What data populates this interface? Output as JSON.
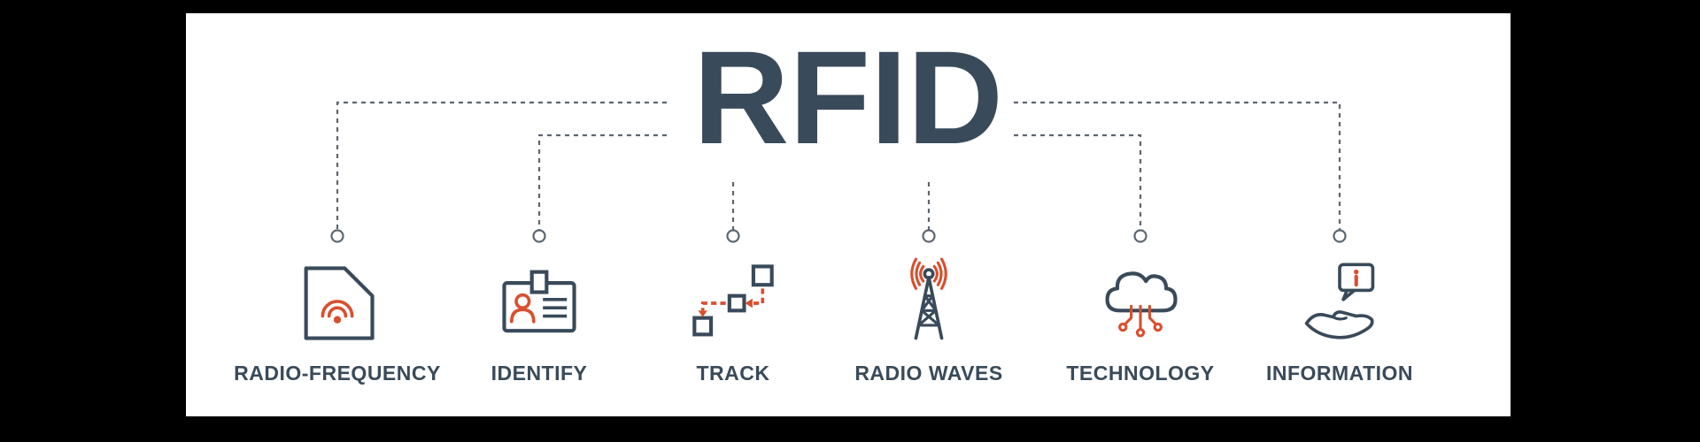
{
  "banner": {
    "title": "RFID",
    "items": [
      {
        "label": "RADIO-FREQUENCY",
        "icon": "rfid-tag-icon"
      },
      {
        "label": "IDENTIFY",
        "icon": "id-badge-icon"
      },
      {
        "label": "TRACK",
        "icon": "track-route-icon"
      },
      {
        "label": "RADIO WAVES",
        "icon": "radio-antenna-icon"
      },
      {
        "label": "TECHNOLOGY",
        "icon": "cloud-circuit-icon"
      },
      {
        "label": "INFORMATION",
        "icon": "hand-speech-bubble-icon"
      }
    ],
    "colors": {
      "background": "#000000",
      "panel": "#ffffff",
      "primary_dark": "#394a5a",
      "accent_orange": "#d94f2e",
      "connector_gray": "#5d6670"
    }
  }
}
